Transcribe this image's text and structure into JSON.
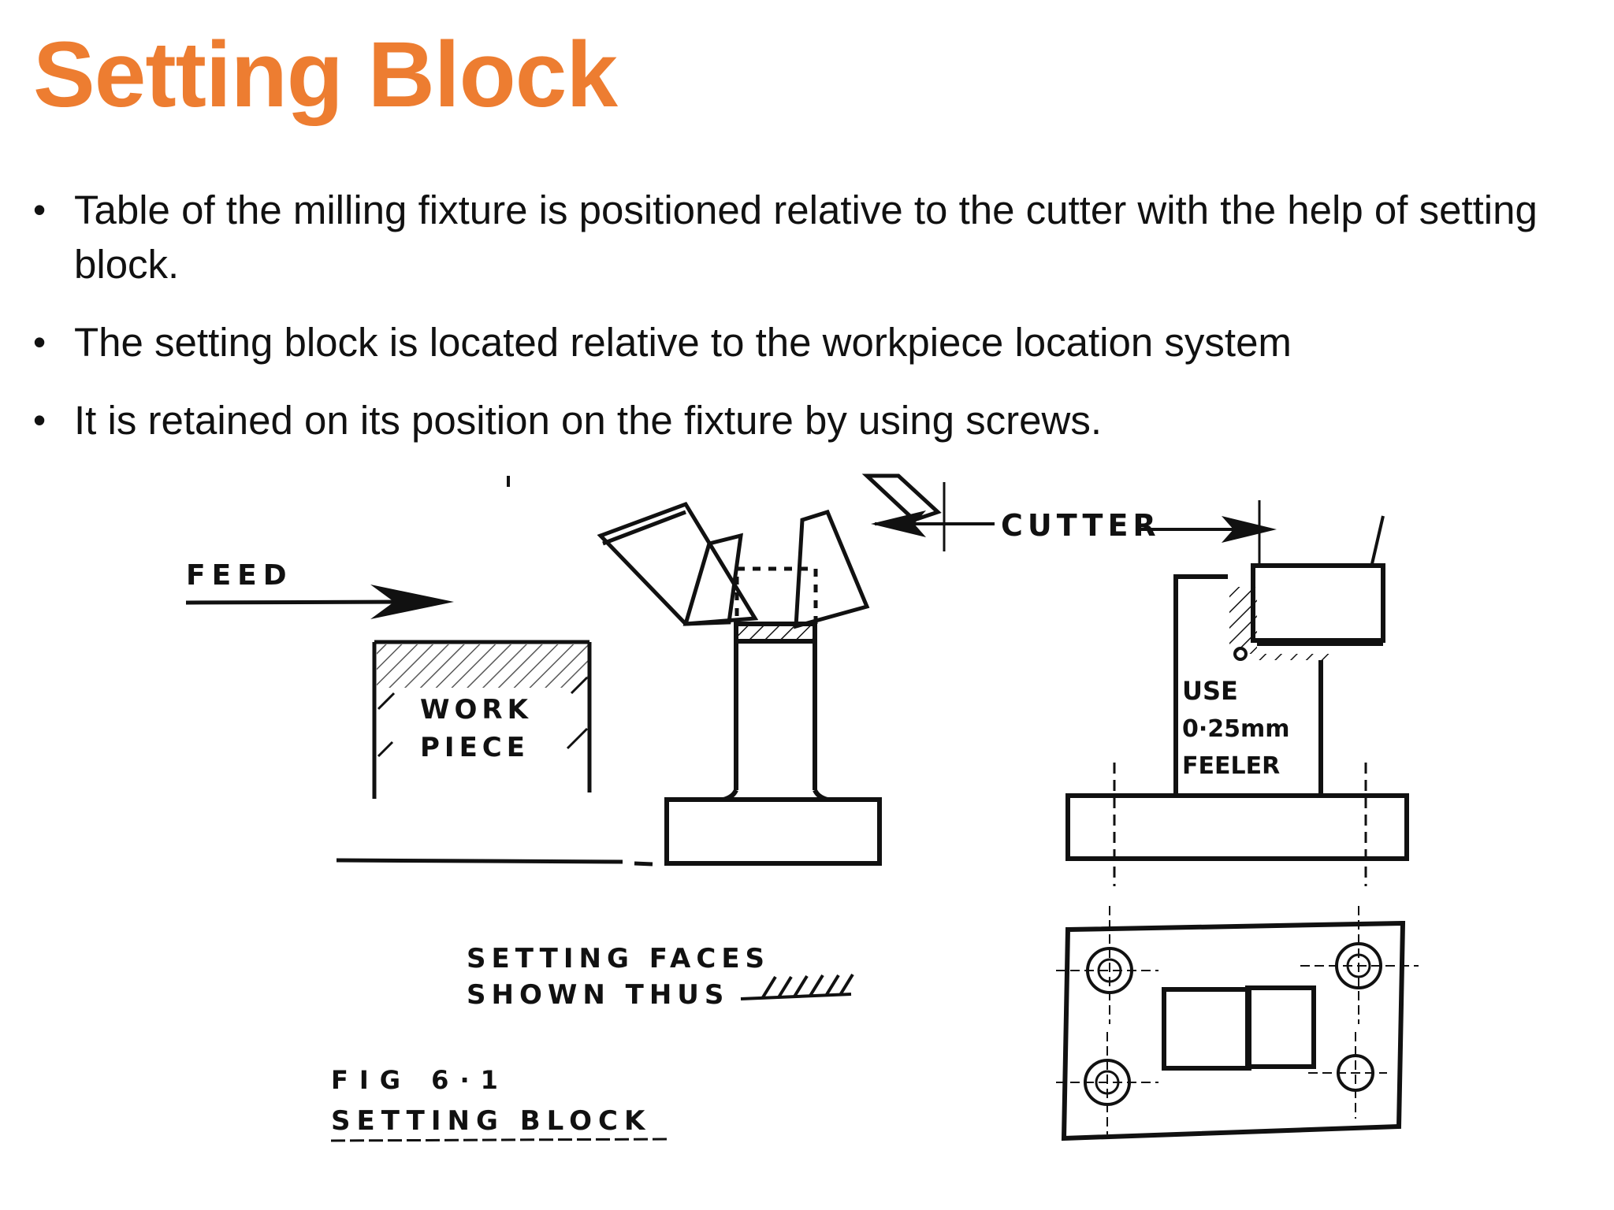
{
  "slide": {
    "title": "Setting Block",
    "title_color": "#ed7d31",
    "bullets": [
      "Table of the milling fixture is positioned relative to the cutter with the help of setting block.",
      "The setting block is located relative to the workpiece location system",
      "It is retained on its position on the fixture by using screws."
    ]
  },
  "figure": {
    "labels": {
      "feed": "FEED",
      "work": "WORK",
      "piece": "PIECE",
      "cutter": "CUTTER",
      "use": "USE",
      "feeler_size": "0·25mm",
      "feeler": "FEELER",
      "setting_faces_line1": "SETTING FACES",
      "setting_faces_line2": "SHOWN THUS",
      "fig_number": "FIG 6·1",
      "fig_caption": "SETTING BLOCK"
    }
  }
}
